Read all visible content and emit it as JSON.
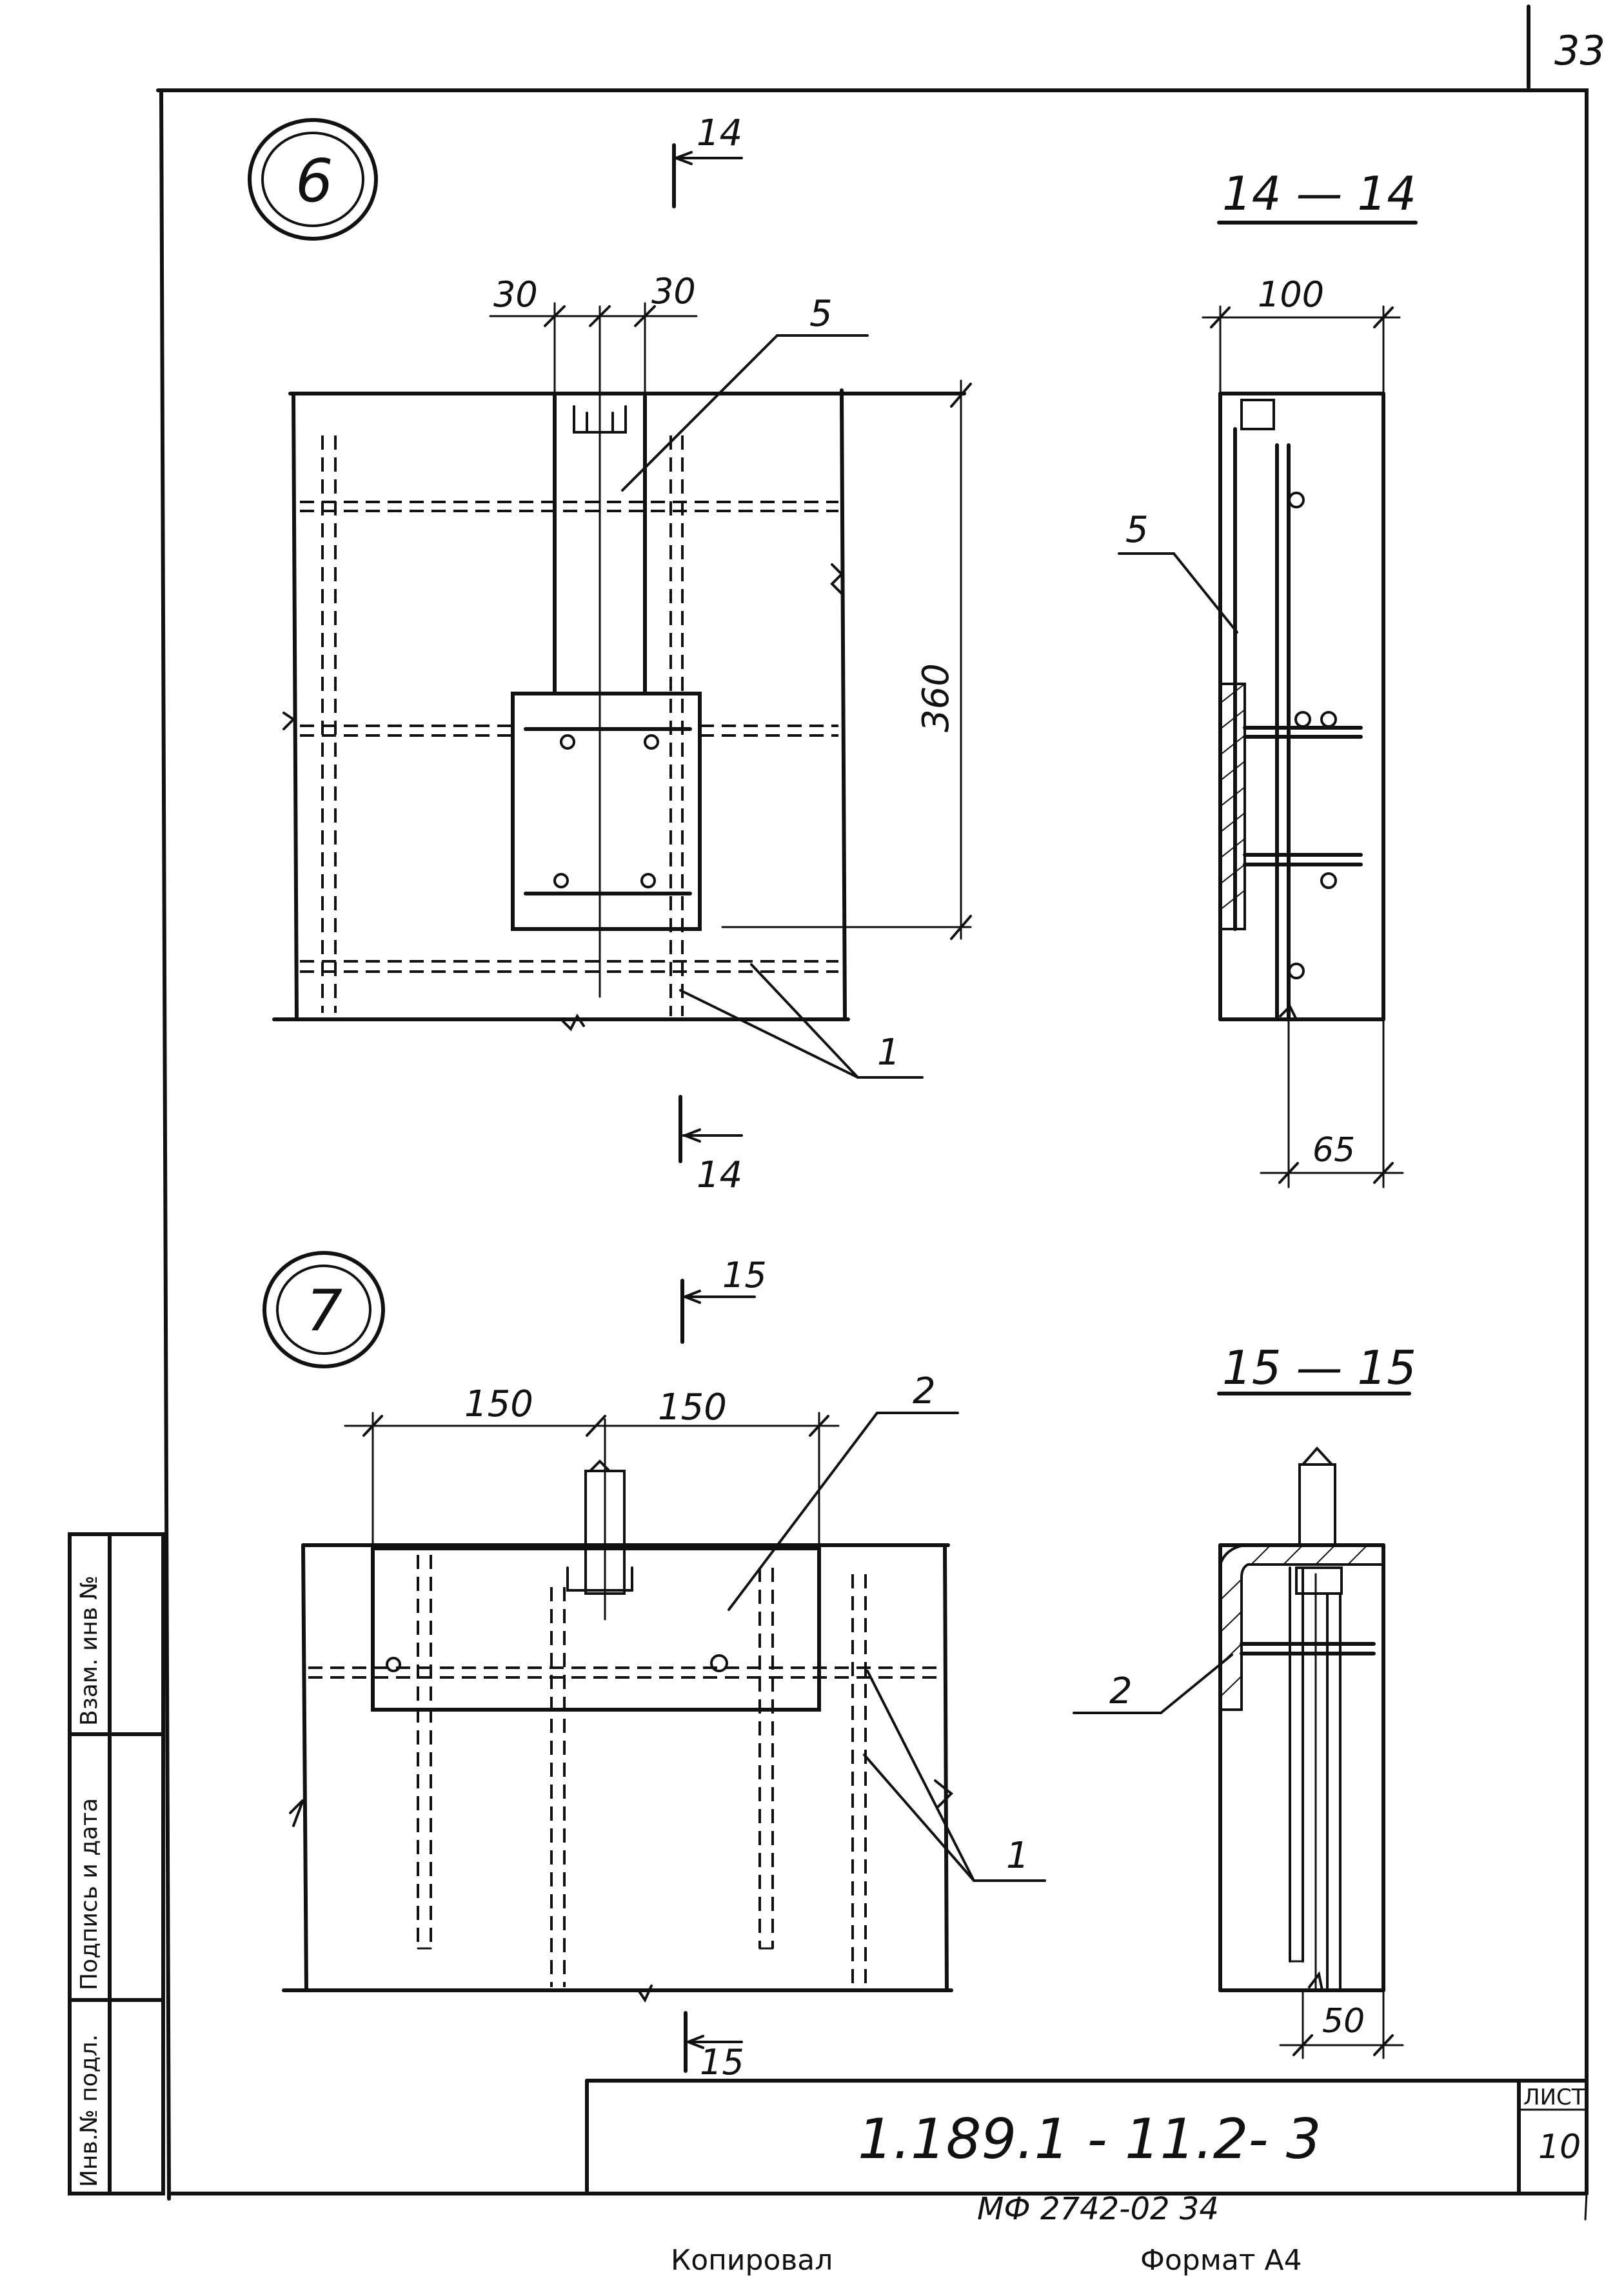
{
  "sheet": {
    "page_number": "33",
    "document_code": "1.189.1 - 11.2- 3",
    "list_label": "ЛИСТ",
    "list_number": "10",
    "archive_code": "МФ 2742-02  34",
    "copied_label": "Копировал",
    "format_label": "Формат A4"
  },
  "side_stamp": {
    "cells": [
      "Инв.№ подл.",
      "Подпись и дата",
      "Взам. инв №"
    ]
  },
  "node6": {
    "label": "6",
    "section_mark_top": "14",
    "section_mark_bottom": "14",
    "dims": {
      "left_offset": "30",
      "right_offset": "30",
      "height": "360"
    },
    "callouts": {
      "part5": "5",
      "part1": "1"
    }
  },
  "section14": {
    "title": "14 — 14",
    "dims": {
      "width": "100",
      "offset": "65"
    },
    "callouts": {
      "part5": "5"
    }
  },
  "node7": {
    "label": "7",
    "section_mark_top": "15",
    "section_mark_bottom": "15",
    "dims": {
      "left": "150",
      "right": "150"
    },
    "callouts": {
      "part2": "2",
      "part1": "1"
    }
  },
  "section15": {
    "title": "15 — 15",
    "dims": {
      "offset": "50"
    },
    "callouts": {
      "part2": "2"
    }
  }
}
